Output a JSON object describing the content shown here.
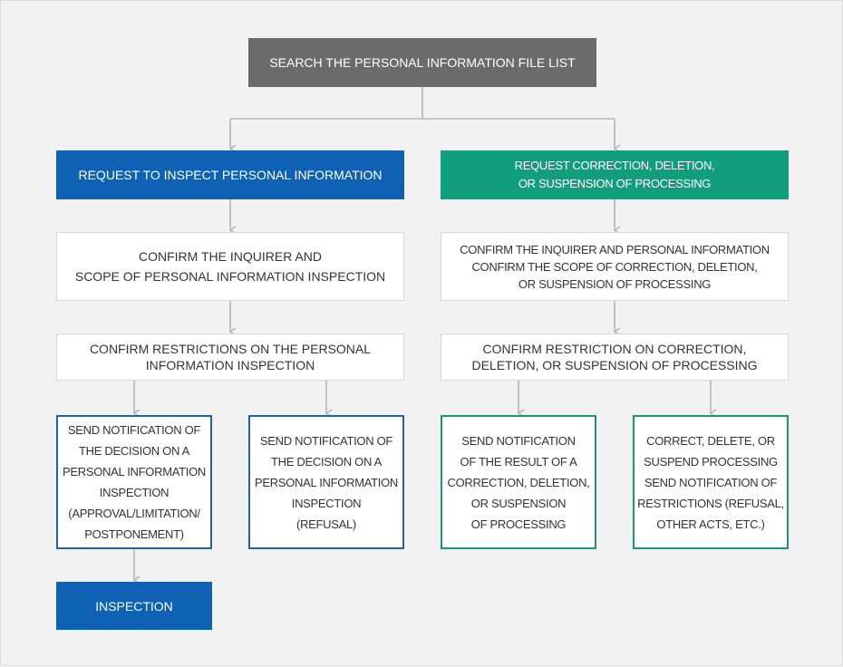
{
  "nodes": {
    "search": "SEARCH THE PERSONAL INFORMATION FILE LIST",
    "inspect_request": "REQUEST TO INSPECT PERSONAL INFORMATION",
    "correction_request": "REQUEST CORRECTION, DELETION,\nOR SUSPENSION OF PROCESSING",
    "confirm_inquirer_scope": "CONFIRM THE INQUIRER AND\nSCOPE OF PERSONAL INFORMATION INSPECTION",
    "confirm_inquirer_correction": "CONFIRM THE INQUIRER AND PERSONAL INFORMATION\nCONFIRM THE SCOPE OF CORRECTION, DELETION,\nOR SUSPENSION OF PROCESSING",
    "confirm_restrictions_inspection": "CONFIRM RESTRICTIONS ON THE PERSONAL\nINFORMATION INSPECTION",
    "confirm_restriction_correction": "CONFIRM RESTRICTION ON CORRECTION,\nDELETION, OR SUSPENSION OF PROCESSING",
    "notify_decision_approval": "SEND NOTIFICATION OF\nTHE DECISION ON A\nPERSONAL INFORMATION\nINSPECTION\n(APPROVAL/LIMITATION/\nPOSTPONEMENT)",
    "notify_decision_refusal": "SEND NOTIFICATION OF\nTHE DECISION ON A\nPERSONAL INFORMATION\nINSPECTION\n(REFUSAL)",
    "notify_result_correction": "SEND NOTIFICATION\nOF THE RESULT  OF A\nCORRECTION, DELETION,\nOR SUSPENSION\nOF PROCESSING",
    "correct_delete_suspend": "CORRECT, DELETE,  OR\nSUSPEND  PROCESSING\nSEND NOTIFICATION OF\nRESTRICTIONS (REFUSAL,\nOTHER ACTS, ETC.)",
    "inspection": "INSPECTION"
  },
  "colors": {
    "dark_gray": "#6b6b6b",
    "blue": "#0f62b3",
    "teal": "#119e7c",
    "connector": "#b5b5b5"
  }
}
